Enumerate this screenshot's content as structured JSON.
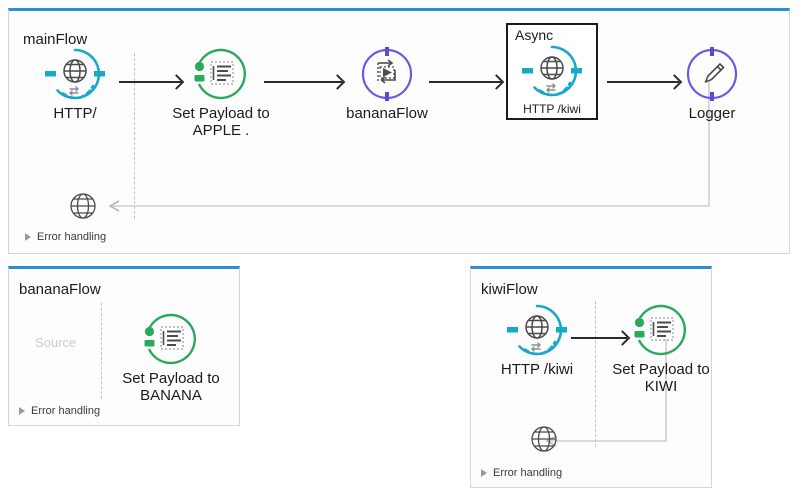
{
  "theme": {
    "panel_accent": "#2f8fd4",
    "http_color": "#17a9c9",
    "transform_color": "#2aa85c",
    "component_color": "#6a5ae0",
    "connector_color": "#2b2b2b",
    "muted": "#9a9a9a"
  },
  "flows": [
    {
      "id": "mainFlow",
      "title": "mainFlow",
      "error_handling_label": "Error handling",
      "nodes": [
        {
          "name": "http-listener",
          "icon": "globe-icon",
          "label": "HTTP/",
          "type": "http-source"
        },
        {
          "name": "set-payload-apple",
          "icon": "set-payload-icon",
          "label": "Set Payload to\nAPPLE .",
          "type": "transform"
        },
        {
          "name": "flow-ref-bananaflow",
          "icon": "flow-reference-icon",
          "label": "bananaFlow",
          "type": "component"
        },
        {
          "name": "http-request-kiwi",
          "icon": "globe-icon",
          "label": "HTTP /kiwi",
          "type": "http-request"
        },
        {
          "name": "logger",
          "icon": "pencil-icon",
          "label": "Logger",
          "type": "component"
        }
      ],
      "async_scope": {
        "label": "Async",
        "wraps": "http-request-kiwi"
      },
      "error_endpoint_icon": "globe-icon"
    },
    {
      "id": "bananaFlow",
      "title": "bananaFlow",
      "error_handling_label": "Error handling",
      "source_placeholder": "Source",
      "nodes": [
        {
          "name": "set-payload-banana",
          "icon": "set-payload-icon",
          "label": "Set Payload to\nBANANA",
          "type": "transform"
        }
      ]
    },
    {
      "id": "kiwiFlow",
      "title": "kiwiFlow",
      "error_handling_label": "Error handling",
      "nodes": [
        {
          "name": "http-listener-kiwi",
          "icon": "globe-icon",
          "label": "HTTP /kiwi",
          "type": "http-source"
        },
        {
          "name": "set-payload-kiwi",
          "icon": "set-payload-icon",
          "label": "Set Payload to\nKIWI",
          "type": "transform"
        }
      ],
      "error_endpoint_icon": "globe-icon"
    }
  ]
}
